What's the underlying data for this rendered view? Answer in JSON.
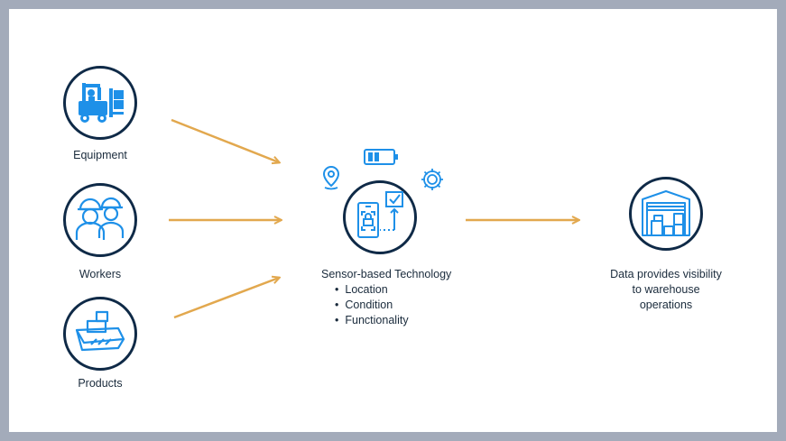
{
  "inputs": [
    {
      "label": "Equipment",
      "icon": "forklift-icon"
    },
    {
      "label": "Workers",
      "icon": "workers-icon"
    },
    {
      "label": "Products",
      "icon": "products-box-icon"
    }
  ],
  "center": {
    "title": "Sensor-based Technology",
    "bullets": [
      "Location",
      "Condition",
      "Functionality"
    ],
    "icons": [
      "location-pin-icon",
      "battery-icon",
      "gear-icon",
      "mobile-sensor-icon"
    ]
  },
  "output": {
    "lines": [
      "Data provides visibility",
      "to warehouse",
      "operations"
    ],
    "icon": "warehouse-icon"
  },
  "colors": {
    "icon_blue": "#1e90e8",
    "circle_border": "#0f2a47",
    "arrow": "#e2a84e",
    "frame": "#a3abba"
  }
}
